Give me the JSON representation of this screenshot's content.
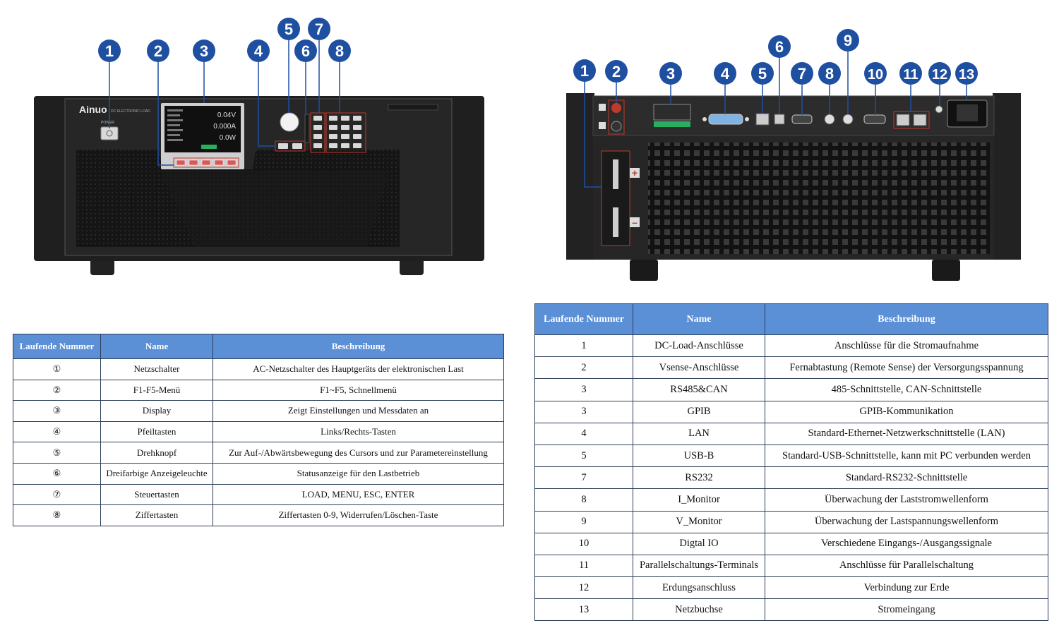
{
  "front_panel": {
    "brand": "Ainuo",
    "brand_subtitle": "DC ELECTRONIC LOAD",
    "power_label": "POWER",
    "readings": [
      "0.04V",
      "0.000A",
      "0.0W"
    ],
    "callouts": [
      "1",
      "2",
      "3",
      "4",
      "5",
      "6",
      "7",
      "8"
    ]
  },
  "rear_panel": {
    "callouts": [
      "1",
      "2",
      "3",
      "4",
      "5",
      "6",
      "7",
      "8",
      "9",
      "10",
      "11",
      "12",
      "13"
    ]
  },
  "front_table": {
    "headers": [
      "Laufende Nummer",
      "Name",
      "Beschreibung"
    ],
    "rows": [
      [
        "①",
        "Netzschalter",
        "AC-Netzschalter des Hauptgeräts der elektronischen Last"
      ],
      [
        "②",
        "F1-F5-Menü",
        "F1~F5, Schnellmenü"
      ],
      [
        "③",
        "Display",
        "Zeigt Einstellungen und Messdaten an"
      ],
      [
        "④",
        "Pfeiltasten",
        "Links/Rechts-Tasten"
      ],
      [
        "⑤",
        "Drehknopf",
        "Zur Auf-/Abwärtsbewegung des Cursors und zur Parametereinstellung"
      ],
      [
        "⑥",
        "Dreifarbige Anzeigeleuchte",
        "Statusanzeige für den Lastbetrieb"
      ],
      [
        "⑦",
        "Steuertasten",
        "LOAD, MENU, ESC, ENTER"
      ],
      [
        "⑧",
        "Ziffertasten",
        "Ziffertasten 0-9, Widerrufen/Löschen-Taste"
      ]
    ]
  },
  "rear_table": {
    "headers": [
      "Laufende Nummer",
      "Name",
      "Beschreibung"
    ],
    "rows": [
      [
        "1",
        "DC-Load-Anschlüsse",
        "Anschlüsse für die Stromaufnahme"
      ],
      [
        "2",
        "Vsense-Anschlüsse",
        "Fernabtastung (Remote Sense) der Versorgungsspannung"
      ],
      [
        "3",
        "RS485&CAN",
        "485-Schnittstelle, CAN-Schnittstelle"
      ],
      [
        "3",
        "GPIB",
        "GPIB-Kommunikation"
      ],
      [
        "4",
        "LAN",
        "Standard-Ethernet-Netzwerkschnittstelle (LAN)"
      ],
      [
        "5",
        "USB-B",
        "Standard-USB-Schnittstelle, kann mit PC verbunden werden"
      ],
      [
        "7",
        "RS232",
        "Standard-RS232-Schnittstelle"
      ],
      [
        "8",
        "I_Monitor",
        "Überwachung der Laststromwellenform"
      ],
      [
        "9",
        "V_Monitor",
        "Überwachung der Lastspannungswellenform"
      ],
      [
        "10",
        "Digtal IO",
        "Verschiedene Eingangs-/Ausgangssignale"
      ],
      [
        "11",
        "Parallelschaltungs-Terminals",
        "Anschlüsse für Parallelschaltung"
      ],
      [
        "12",
        "Erdungsanschluss",
        "Verbindung zur Erde"
      ],
      [
        "13",
        "Netzbuchse",
        "Stromeingang"
      ]
    ]
  },
  "colors": {
    "callout_blue": "#1f4fa0",
    "header_blue": "#5b8fd6",
    "device_dark": "#1e1e1e",
    "lead_red": "#c0392b"
  }
}
